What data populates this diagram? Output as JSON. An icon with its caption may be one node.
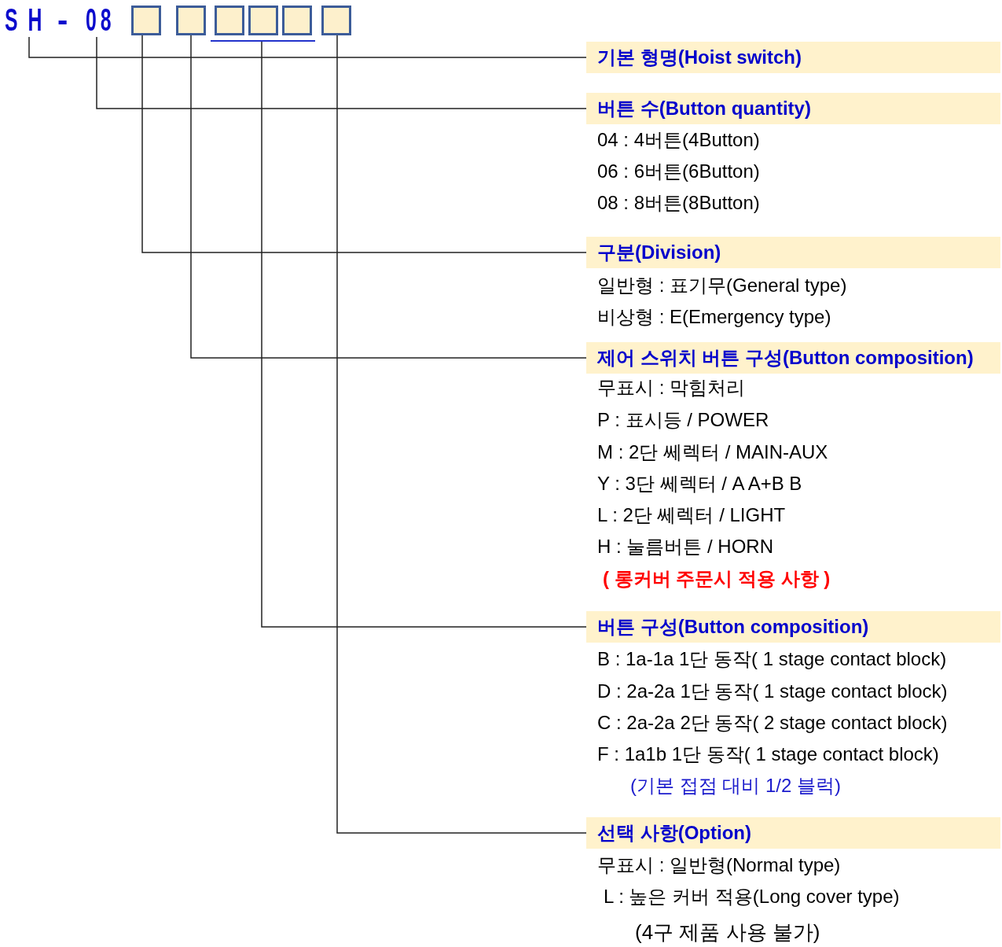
{
  "diagram": {
    "nodes": [
      {
        "text": [
          "SH"
        ]
      },
      {
        "text": [
          "08"
        ]
      },
      {
        "text": [],
        "shape": "box"
      },
      {
        "text": [],
        "shape": "box"
      },
      {
        "text": [],
        "shape": "box"
      },
      {
        "text": [],
        "shape": "box"
      },
      {
        "text": [],
        "shape": "box"
      },
      {
        "text": [],
        "shape": "box"
      },
      {
        "text": [],
        "shape": "bar"
      },
      {
        "text": [
          "기본 형명(Hoist switch)"
        ]
      },
      {
        "text": [
          "버튼 수(Button quantity)"
        ],
        "beside": [
          "04 : 4버튼(4Button)",
          "06 : 6버튼(6Button)",
          "08 : 8버튼(8Button)"
        ]
      },
      {
        "text": [
          "구분(Division)"
        ],
        "beside": [
          "일반형 : 표기무(General type)",
          "비상형 : E(Emergency type)"
        ]
      },
      {
        "text": [
          "제어 스위치 버튼 구성(Button composition)"
        ],
        "beside": [
          "무표시 : 막힘처리",
          "P : 표시등 / POWER",
          "M : 2단 쎄렉터 / MAIN-AUX",
          "Y : 3단 쎄렉터 / A A+B B",
          "L : 2단 쎄렉터 / LIGHT",
          "H : 눌름버튼 / HORN",
          "( 롱커버 주문시 적용 사항 )"
        ]
      },
      {
        "text": [
          "버튼 구성(Button composition)"
        ],
        "beside": [
          "B : 1a-1a 1단 동작( 1 stage contact block)",
          "D : 2a-2a 1단 동작( 1 stage contact block)",
          "C : 2a-2a 2단 동작( 2 stage contact block)",
          "F : 1a1b 1단 동작( 1 stage contact block)",
          "(기본 접점 대비 1/2 블럭)"
        ]
      },
      {
        "text": [
          "선택 사항(Option)"
        ],
        "beside": [
          "무표시 : 일반형(Normal type)",
          "L : 높은 커버 적용(Long cover type)",
          "(4구 제품 사용 불가)"
        ]
      }
    ],
    "edges": [
      {
        "from": 0,
        "to": 9,
        "arrow": "none"
      },
      {
        "from": 1,
        "to": 10,
        "arrow": "none"
      },
      {
        "from": 2,
        "to": 11,
        "arrow": "none"
      },
      {
        "from": 3,
        "to": 12,
        "arrow": "none"
      },
      {
        "from": 8,
        "to": 13,
        "arrow": "none"
      },
      {
        "from": 7,
        "to": 14,
        "arrow": "none"
      }
    ],
    "labels": [
      "-"
    ]
  }
}
